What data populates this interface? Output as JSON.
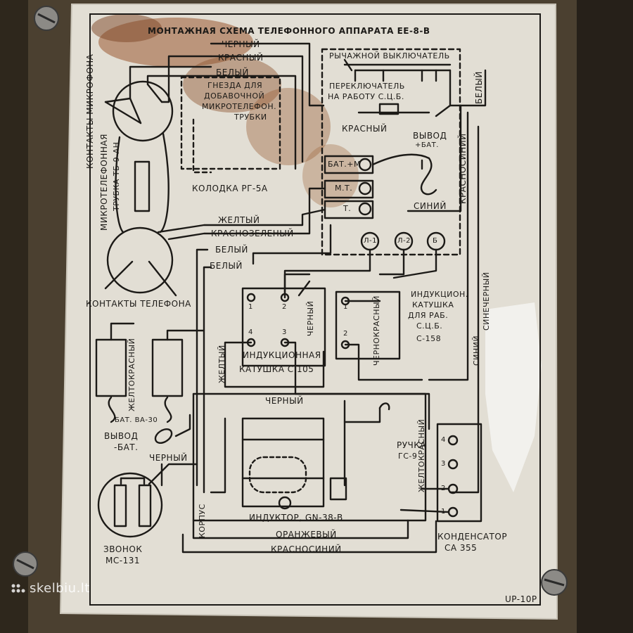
{
  "title": "МОНТАЖНАЯ СХЕМА ТЕЛЕФОННОГО АППАРАТА ЕЕ-8-В",
  "labels": {
    "wire_black_top": "ЧЕРНЫЙ",
    "wire_red_top": "КРАСНЫЙ",
    "wire_white_top": "БЕЛЫЙ",
    "socket_1": "ГНЕЗДА ДЛЯ",
    "socket_2": "ДОБАВОЧНОЙ",
    "socket_3": "МИКРОТЕЛЕФОН.",
    "socket_4": "ТРУБКИ",
    "block": "КОЛОДКА РГ-5А",
    "lever_switch": "РЫЧАЖНОЙ ВЫКЛЮЧАТЕЛЬ",
    "switch_1": "ПЕРЕКЛЮЧАТЕЛЬ",
    "switch_2": "НА РАБОТУ С.Ц.Б.",
    "white_right": "БЕЛЫЙ",
    "red_mid": "КРАСНЫЙ",
    "out_bat_1": "ВЫВОД",
    "out_bat_2": "+БАТ.",
    "term_bat": "БАТ.+М",
    "term_mt": "М.Т.",
    "term_t": "Т.",
    "blue": "СИНИЙ",
    "redblue_right": "КРАСНОСИНИЙ",
    "yellow": "ЖЕЛТЫЙ",
    "redgreen": "КРАСНОЗЕЛЕНЫЙ",
    "white_1": "БЕЛЫЙ",
    "white_2": "БЕЛЫЙ",
    "mic_contacts": "КОНТАКТЫ МИКРОФОНА",
    "handset_1": "МИКРОТЕЛЕФОННАЯ",
    "handset_2": "ТРУБКА ТБ-9-АН",
    "phone_contacts": "КОНТАКТЫ ТЕЛЕФОНА",
    "l1": "Л-1",
    "l2": "Л-2",
    "b": "Б",
    "coil_sts_1": "ИНДУКЦИОН.",
    "coil_sts_2": "КАТУШКА",
    "coil_sts_3": "ДЛЯ РАБ.",
    "coil_sts_4": "С.Ц.Б.",
    "coil_sts_5": "С-158",
    "blackred": "ЧЕРНОКРАСНЫЙ",
    "black_v": "ЧЕРНЫЙ",
    "yellow_v": "ЖЕЛТЫЙ",
    "coil105_1": "ИНДУКЦИОННАЯ",
    "coil105_2": "КАТУШКА С 105",
    "yellowred": "ЖЕЛТОКРАСНЫЙ",
    "blue_v": "СИНИЙ",
    "blueblack": "СИНЕЧЕРНЫЙ",
    "bat": "БАТ. ВА-30",
    "out_1": "ВЫВОД",
    "out_2": "-БАТ.",
    "black_mid": "ЧЕРНЫЙ",
    "black_low": "ЧЕРНЫЙ",
    "handle_1": "РУЧКА",
    "handle_2": "ГС-9",
    "yellowred_2": "ЖЕЛТОКРАСНЫЙ",
    "inductor": "ИНДУКТОР, GN-38-В",
    "orange": "ОРАНЖЕВЫЙ",
    "redblue_low": "КРАСНОСИНИЙ",
    "case": "КОРПУС",
    "bell_1": "ЗВОНОК",
    "bell_2": "МС-131",
    "cond_1": "КОНДЕНСАТОР",
    "cond_2": "СА 355",
    "code": "UP-10P",
    "pin1": "1",
    "pin2": "2",
    "pin3": "3",
    "pin4": "4",
    "c1": "1",
    "c2": "2",
    "c3": "3",
    "c4": "4",
    "s1": "1",
    "s2": "2"
  },
  "watermark": "skelbiu.lt",
  "colors": {
    "plate": "#e4e0d6",
    "rust": "#9a5a32",
    "ink": "#1c1a17",
    "metal": "#3b3125"
  }
}
